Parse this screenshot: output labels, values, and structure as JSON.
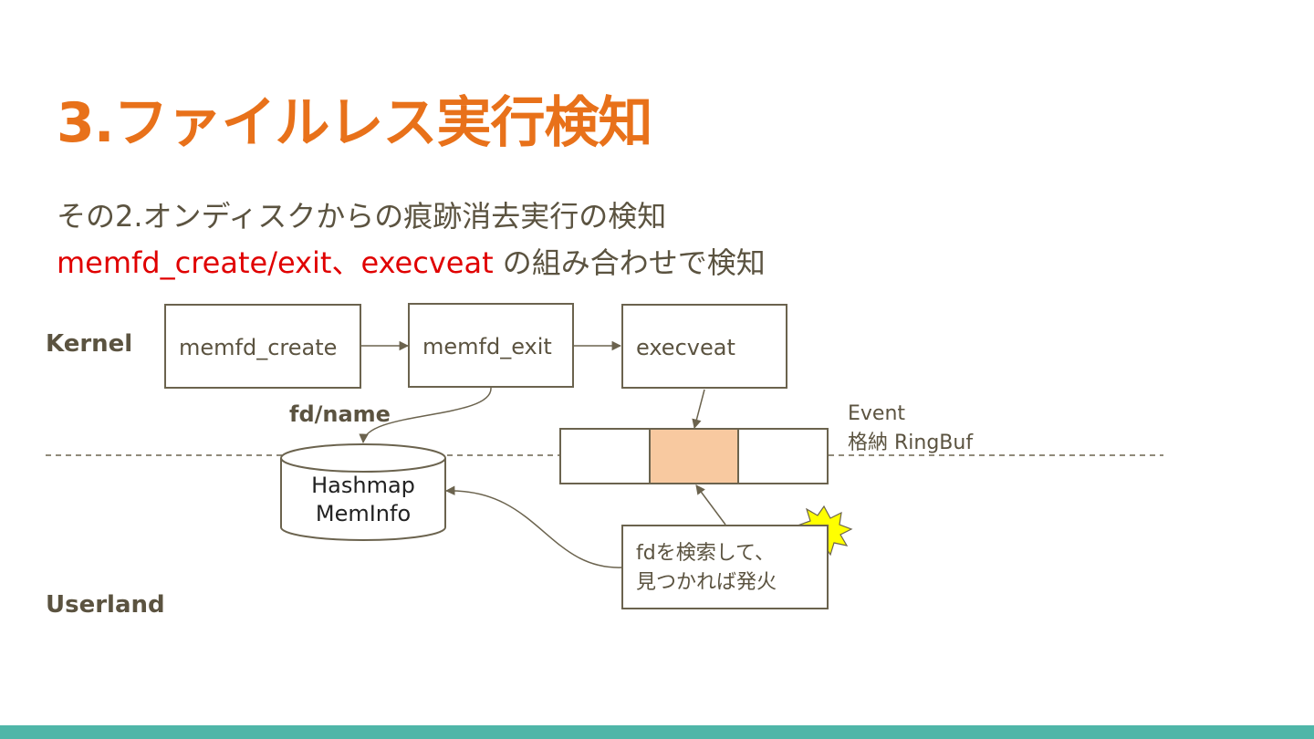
{
  "slide": {
    "title": "3.ファイルレス実行検知",
    "subtitle_line1": "その2.オンディスクからの痕跡消去実行の検知",
    "subtitle_line2_red": "memfd_create/exit、execveat",
    "subtitle_line2_rest": " の組み合わせで検知"
  },
  "diagram": {
    "kernel_label": "Kernel",
    "userland_label": "Userland",
    "box_memfd_create": "memfd_create",
    "box_memfd_exit": "memfd_exit",
    "box_execveat": "execveat",
    "edge_fd_name": "fd/name",
    "hashmap_line1": "Hashmap",
    "hashmap_line2": "MemInfo",
    "ringbuf_line1": "Event",
    "ringbuf_line2": "格納 RingBuf",
    "search_line1": "fdを検索して、",
    "search_line2": "見つかれば発火"
  },
  "colors": {
    "title": "#e8711a",
    "highlight_text": "#e00000",
    "ringbuf_slot": "#f8c9a0",
    "burst": "#ffff00",
    "footer": "#4fb6a8"
  }
}
